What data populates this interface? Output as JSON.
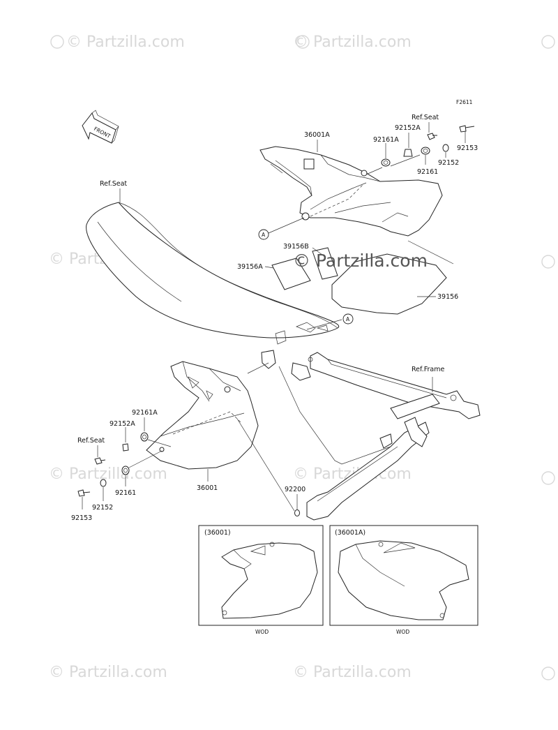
{
  "diagram_id": "F2611",
  "front_label": "FRONT",
  "watermark_text": "© Partzilla.com",
  "center_watermark": "© Partzilla.com",
  "parts": {
    "p36001A": "36001A",
    "p36001": "36001",
    "p92152A_top": "92152A",
    "p92161A_top": "92161A",
    "p92161_top": "92161",
    "p92152_top": "92152",
    "p92153_top": "92153",
    "ref_seat_top": "Ref.Seat",
    "ref_seat_main": "Ref.Seat",
    "p39156B": "39156B",
    "p39156A": "39156A",
    "p39156": "39156",
    "ref_frame": "Ref.Frame",
    "p92161A_left": "92161A",
    "p92152A_left": "92152A",
    "ref_seat_left": "Ref.Seat",
    "p92161_left": "92161",
    "p92152_left": "92152",
    "p92153_left": "92153",
    "p92200": "92200"
  },
  "callout_letter": "A",
  "inset_left": {
    "title": "(36001)",
    "caption": "WOD"
  },
  "inset_right": {
    "title": "(36001A)",
    "caption": "WOD"
  }
}
